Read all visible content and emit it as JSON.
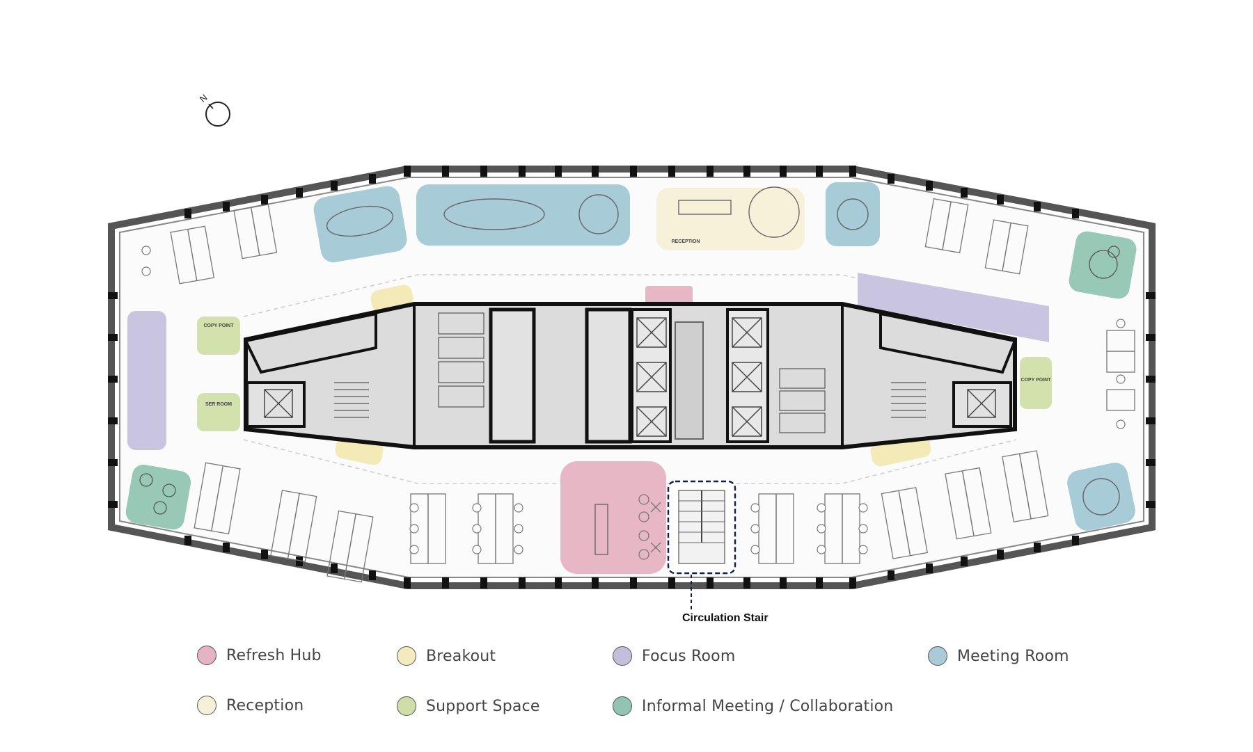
{
  "compass": {
    "north_letter": "N"
  },
  "room_labels": {
    "reception": "RECEPTION",
    "copy_point_left": "COPY POINT",
    "ser_room": "SER ROOM",
    "copy_point_right": "COPY POINT"
  },
  "callout": {
    "circulation_stair": "Circulation Stair"
  },
  "legend": {
    "items": [
      {
        "label": "Refresh Hub",
        "color": "#e5b3c1"
      },
      {
        "label": "Breakout",
        "color": "#f3ebbd"
      },
      {
        "label": "Focus Room",
        "color": "#c3bfdb"
      },
      {
        "label": "Meeting Room",
        "color": "#a9cad6"
      },
      {
        "label": "Reception",
        "color": "#f6f0d8"
      },
      {
        "label": "Support Space",
        "color": "#cfdea9"
      },
      {
        "label": "Informal Meeting / Collaboration",
        "color": "#93c4b2"
      }
    ]
  },
  "colors": {
    "refresh_hub": "#e8b7c5",
    "breakout": "#f4eab8",
    "focus_room": "#c9c5e1",
    "meeting_room": "#a8cbd8",
    "reception": "#f7f1d9",
    "support_space": "#d3e2ad",
    "informal_meeting": "#98c9b7",
    "core_fill": "#d9d9d9",
    "wall": "#111111"
  }
}
